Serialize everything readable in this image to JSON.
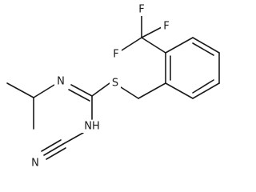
{
  "molecule": {
    "atoms": {
      "f_top": "F",
      "f_left": "F",
      "f_right": "F",
      "n_imine": "N",
      "s_thio": "S",
      "nh": "NH",
      "n_nitrile": "N"
    }
  }
}
